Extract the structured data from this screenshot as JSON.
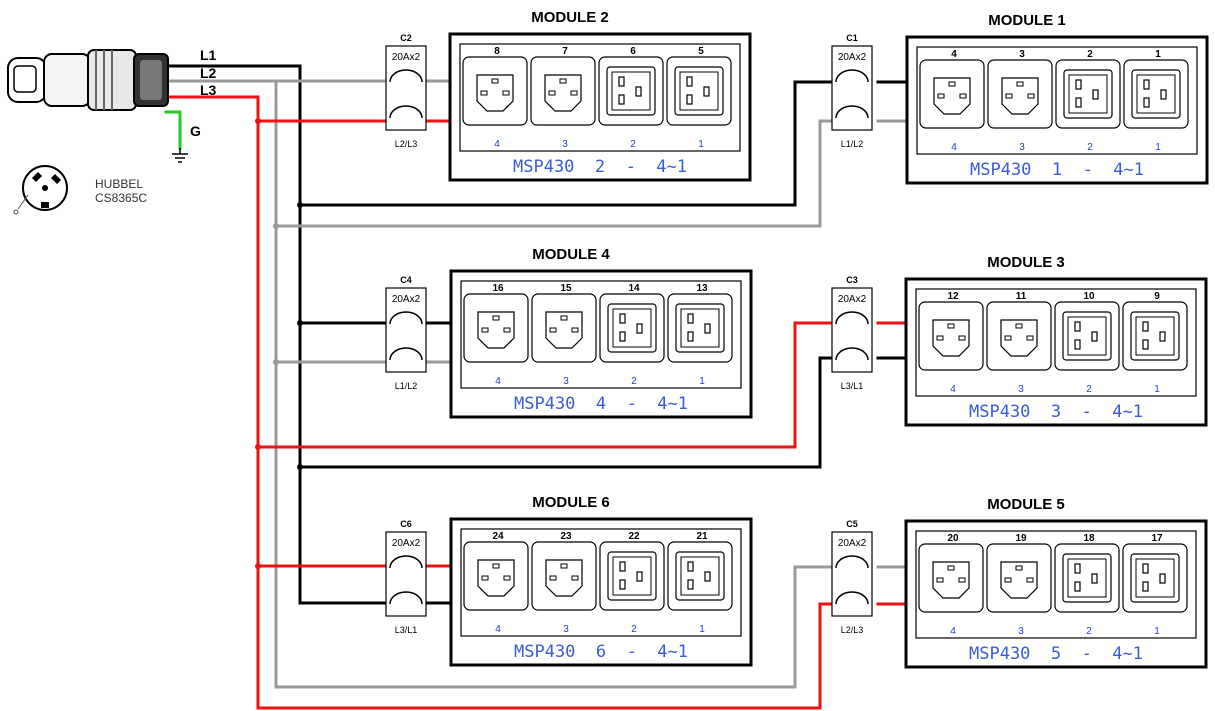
{
  "plug": {
    "lines": [
      "L1",
      "L2",
      "L3"
    ],
    "ground": "G",
    "model_line1": "HUBBEL",
    "model_line2": "CS8365C"
  },
  "colors": {
    "L1": "#000000",
    "L2": "#999999",
    "L3": "#ee1111",
    "G": "#22cc22",
    "label_blue": "#3b5bdb"
  },
  "modules": [
    {
      "title": "MODULE 2",
      "sockets": [
        "8",
        "7",
        "6",
        "5"
      ],
      "positions": [
        "4",
        "3",
        "2",
        "1"
      ],
      "label": "MSP430  2  -  4~1",
      "breaker": {
        "name": "C2",
        "rating": "20Ax2",
        "phases": "L2/L3"
      }
    },
    {
      "title": "MODULE 1",
      "sockets": [
        "4",
        "3",
        "2",
        "1"
      ],
      "positions": [
        "4",
        "3",
        "2",
        "1"
      ],
      "label": "MSP430  1  -  4~1",
      "breaker": {
        "name": "C1",
        "rating": "20Ax2",
        "phases": "L1/L2"
      }
    },
    {
      "title": "MODULE 4",
      "sockets": [
        "16",
        "15",
        "14",
        "13"
      ],
      "positions": [
        "4",
        "3",
        "2",
        "1"
      ],
      "label": "MSP430  4  -  4~1",
      "breaker": {
        "name": "C4",
        "rating": "20Ax2",
        "phases": "L1/L2"
      }
    },
    {
      "title": "MODULE 3",
      "sockets": [
        "12",
        "11",
        "10",
        "9"
      ],
      "positions": [
        "4",
        "3",
        "2",
        "1"
      ],
      "label": "MSP430  3  -  4~1",
      "breaker": {
        "name": "C3",
        "rating": "20Ax2",
        "phases": "L3/L1"
      }
    },
    {
      "title": "MODULE 6",
      "sockets": [
        "24",
        "23",
        "22",
        "21"
      ],
      "positions": [
        "4",
        "3",
        "2",
        "1"
      ],
      "label": "MSP430  6  -  4~1",
      "breaker": {
        "name": "C6",
        "rating": "20Ax2",
        "phases": "L3/L1"
      }
    },
    {
      "title": "MODULE 5",
      "sockets": [
        "20",
        "19",
        "18",
        "17"
      ],
      "positions": [
        "4",
        "3",
        "2",
        "1"
      ],
      "label": "MSP430  5  -  4~1",
      "breaker": {
        "name": "C5",
        "rating": "20Ax2",
        "phases": "L2/L3"
      }
    }
  ]
}
